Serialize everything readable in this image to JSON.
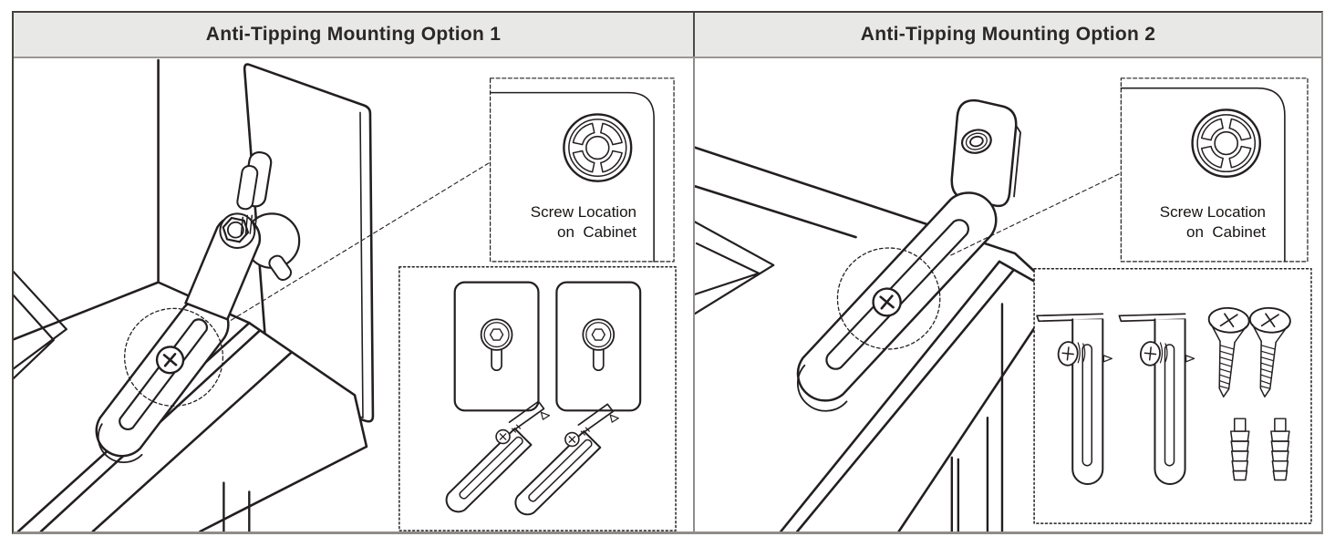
{
  "header": {
    "option1_title": "Anti-Tipping Mounting Option 1",
    "option2_title": "Anti-Tipping Mounting Option 2"
  },
  "panels": {
    "option1": {
      "screw_location_caption_line1": "Screw Location",
      "screw_location_caption_line2": "on  Cabinet",
      "hardware_items": [
        "keyhole wall plate x2",
        "slotted anti-tip bracket with screw x2"
      ]
    },
    "option2": {
      "screw_location_caption_line1": "Screw Location",
      "screw_location_caption_line2": "on  Cabinet",
      "hardware_items": [
        "L-shaped slotted bracket with screw x2",
        "wood screw x2",
        "wall anchor x2"
      ]
    }
  },
  "icons": {
    "screw_location_icon": "wheel-washer",
    "callout": "dashed-circle-with-leader"
  },
  "colors": {
    "header_bg": "#e8e8e7",
    "line_art": "#231f20",
    "frame_dark": "#45403d",
    "frame_gray": "#8f8c8a",
    "panel_bg": "#ffffff"
  }
}
